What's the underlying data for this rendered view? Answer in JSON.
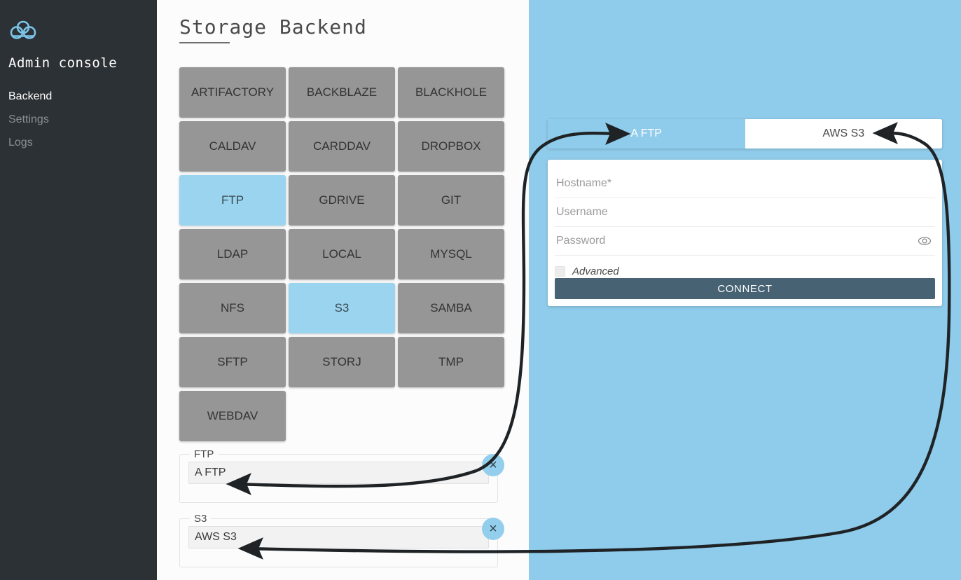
{
  "sidebar": {
    "logo_icon": "cloud-logo-icon",
    "title": "Admin console",
    "items": [
      {
        "label": "Backend",
        "active": true
      },
      {
        "label": "Settings",
        "active": false
      },
      {
        "label": "Logs",
        "active": false
      }
    ]
  },
  "main": {
    "page_title": "Storage Backend",
    "tiles": [
      {
        "label": "ARTIFACTORY",
        "selected": false
      },
      {
        "label": "BACKBLAZE",
        "selected": false
      },
      {
        "label": "BLACKHOLE",
        "selected": false
      },
      {
        "label": "CALDAV",
        "selected": false
      },
      {
        "label": "CARDDAV",
        "selected": false
      },
      {
        "label": "DROPBOX",
        "selected": false
      },
      {
        "label": "FTP",
        "selected": true
      },
      {
        "label": "GDRIVE",
        "selected": false
      },
      {
        "label": "GIT",
        "selected": false
      },
      {
        "label": "LDAP",
        "selected": false
      },
      {
        "label": "LOCAL",
        "selected": false
      },
      {
        "label": "MYSQL",
        "selected": false
      },
      {
        "label": "NFS",
        "selected": false
      },
      {
        "label": "S3",
        "selected": true
      },
      {
        "label": "SAMBA",
        "selected": false
      },
      {
        "label": "SFTP",
        "selected": false
      },
      {
        "label": "STORJ",
        "selected": false
      },
      {
        "label": "TMP",
        "selected": false
      },
      {
        "label": "WEBDAV",
        "selected": false
      }
    ],
    "backend_forms": [
      {
        "legend": "FTP",
        "value": "A FTP",
        "remove_label": "×"
      },
      {
        "legend": "S3",
        "value": "AWS S3",
        "remove_label": "×"
      }
    ]
  },
  "right_panel": {
    "tabs": [
      {
        "label": "A FTP",
        "active": true
      },
      {
        "label": "AWS S3",
        "active": false
      }
    ],
    "form": {
      "hostname_placeholder": "Hostname*",
      "hostname_value": "",
      "username_placeholder": "Username",
      "username_value": "",
      "password_placeholder": "Password",
      "password_value": "",
      "password_toggle_icon": "eye-icon",
      "advanced_label": "Advanced",
      "advanced_checked": false,
      "connect_label": "CONNECT"
    }
  },
  "colors": {
    "sidebar_bg": "#2c3135",
    "accent_blue": "#8fcbea",
    "tile_gray": "#969696",
    "tile_selected": "#9bd4ef",
    "connect_button": "#466273",
    "remove_button": "#93cfec",
    "annotation_stroke": "#1f2326"
  }
}
